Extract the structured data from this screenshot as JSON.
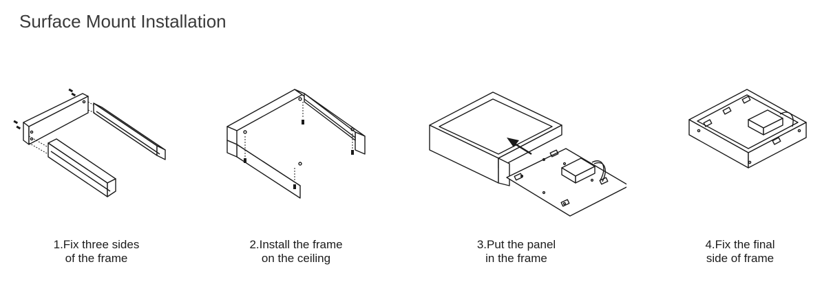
{
  "title": "Surface Mount Installation",
  "steps": [
    {
      "line1": "1.Fix three sides",
      "line2": "of the frame"
    },
    {
      "line1": "2.Install the frame",
      "line2": "on the ceiling"
    },
    {
      "line1": "3.Put the panel",
      "line2": "in the frame"
    },
    {
      "line1": "4.Fix the final",
      "line2": "side of frame"
    }
  ]
}
